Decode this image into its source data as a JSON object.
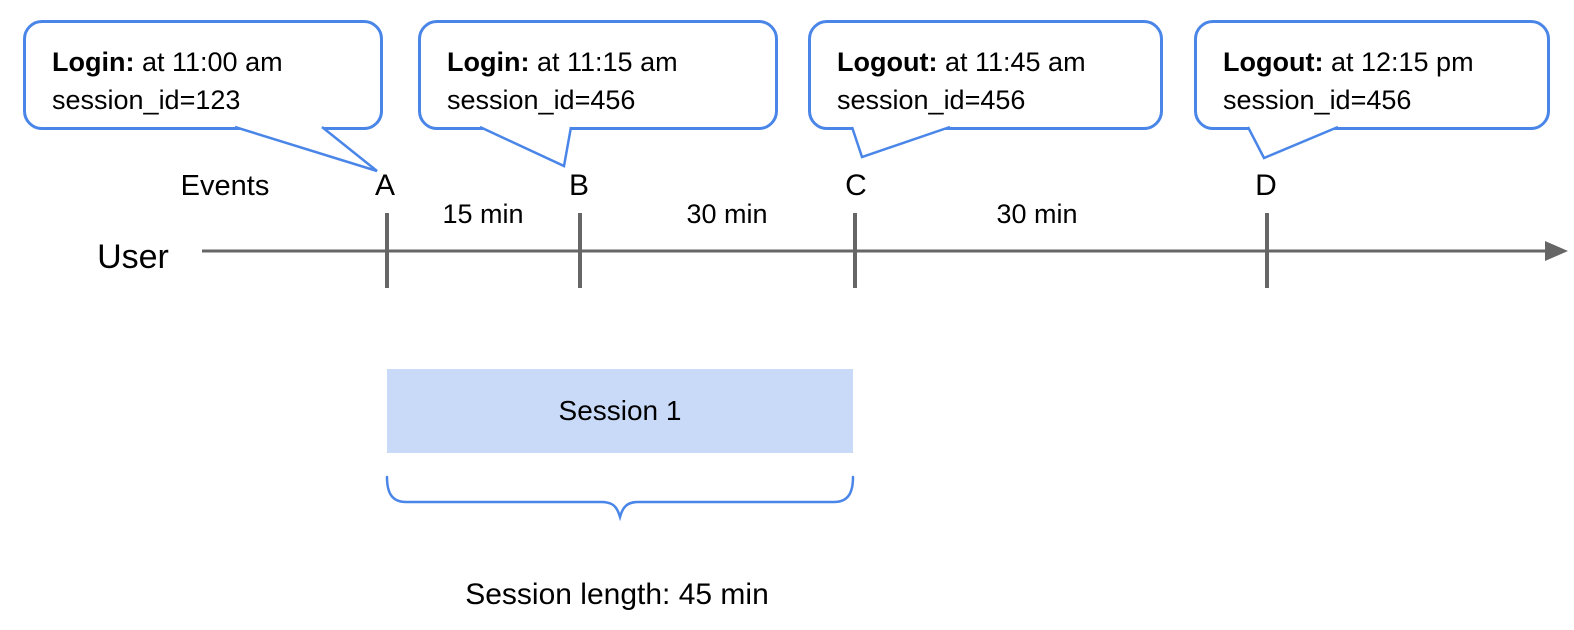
{
  "colors": {
    "accent_blue": "#4a86e8",
    "session_fill": "#c9daf8",
    "timeline_gray": "#666666",
    "text": "#000000"
  },
  "callouts": [
    {
      "points_to": "A",
      "type_label": "Login:",
      "time_text": "at 11:00 am",
      "session_text": "session_id=123"
    },
    {
      "points_to": "B",
      "type_label": "Login:",
      "time_text": "at 11:15 am",
      "session_text": "session_id=456"
    },
    {
      "points_to": "C",
      "type_label": "Logout:",
      "time_text": "at 11:45 am",
      "session_text": "session_id=456"
    },
    {
      "points_to": "D",
      "type_label": "Logout:",
      "time_text": "at 12:15 pm",
      "session_text": "session_id=456"
    }
  ],
  "timeline": {
    "events_label": "Events",
    "user_label": "User",
    "ticks": [
      {
        "id": "A"
      },
      {
        "id": "B"
      },
      {
        "id": "C"
      },
      {
        "id": "D"
      }
    ],
    "intervals": [
      {
        "label": "15 min"
      },
      {
        "label": "30 min"
      },
      {
        "label": "30 min"
      }
    ]
  },
  "session": {
    "box_label": "Session 1",
    "length_label": "Session length: 45 min"
  }
}
